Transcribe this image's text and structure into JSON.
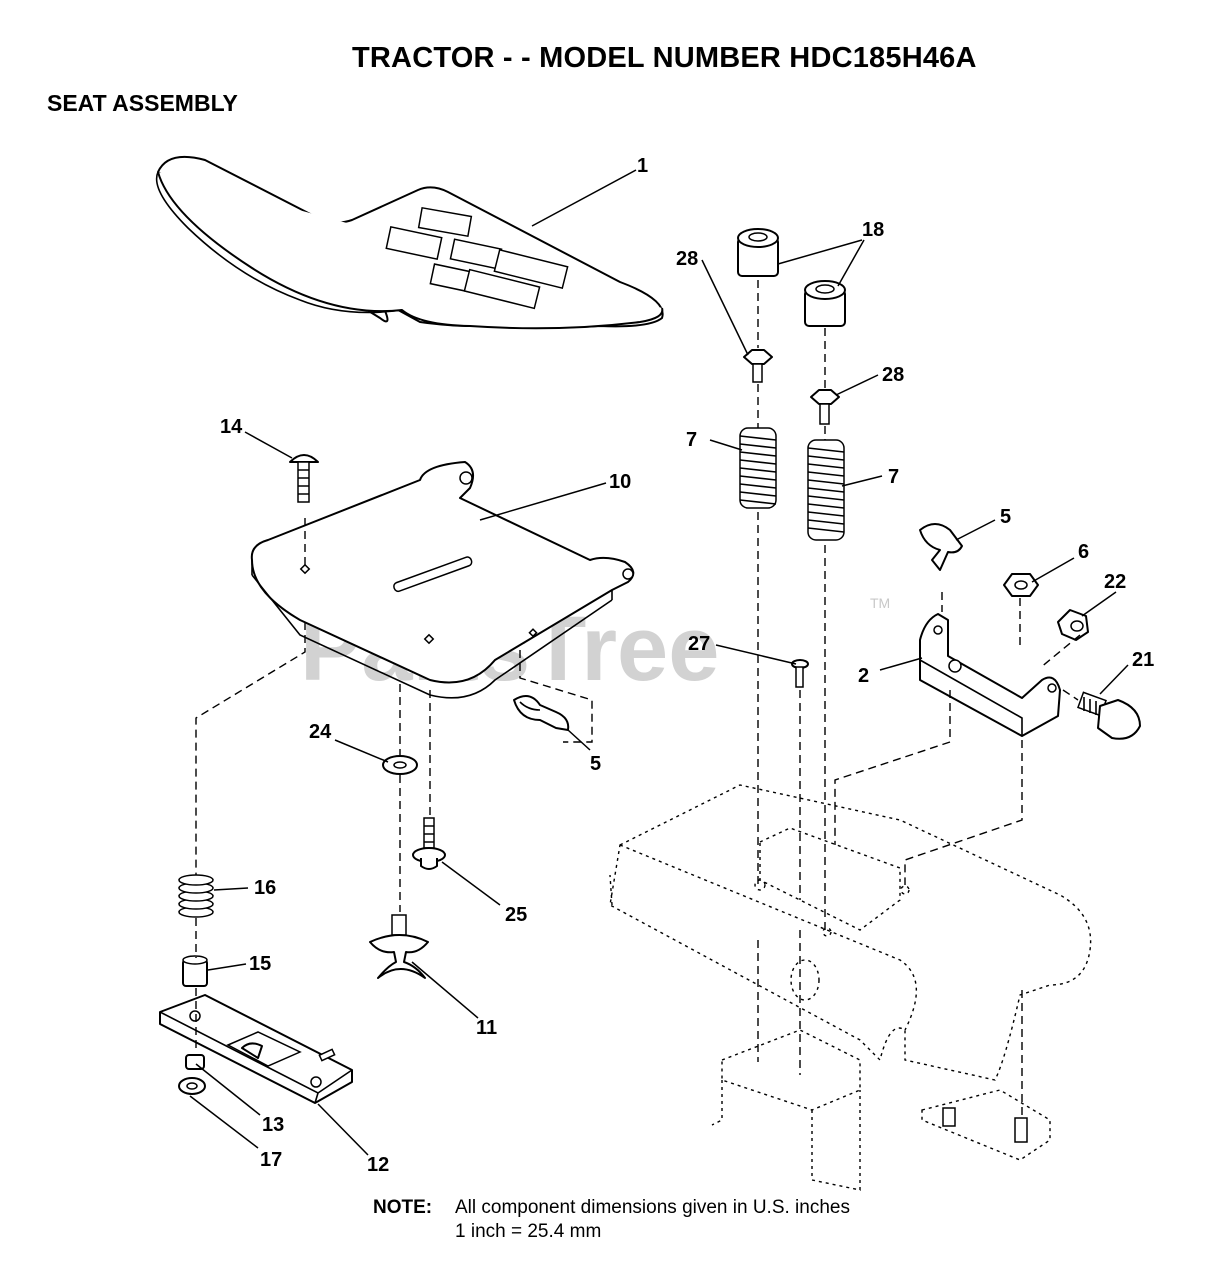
{
  "header": {
    "title": "TRACTOR - - MODEL NUMBER HDC185H46A",
    "subtitle": "SEAT ASSEMBLY"
  },
  "watermark": {
    "text": "PartsTree",
    "trademark": "TM"
  },
  "callouts": [
    {
      "id": "c1",
      "label": "1"
    },
    {
      "id": "c18",
      "label": "18"
    },
    {
      "id": "c28a",
      "label": "28"
    },
    {
      "id": "c28b",
      "label": "28"
    },
    {
      "id": "c14",
      "label": "14"
    },
    {
      "id": "c10",
      "label": "10"
    },
    {
      "id": "c7a",
      "label": "7"
    },
    {
      "id": "c7b",
      "label": "7"
    },
    {
      "id": "c5a",
      "label": "5"
    },
    {
      "id": "c6",
      "label": "6"
    },
    {
      "id": "c22",
      "label": "22"
    },
    {
      "id": "c27",
      "label": "27"
    },
    {
      "id": "c2",
      "label": "2"
    },
    {
      "id": "c21",
      "label": "21"
    },
    {
      "id": "c5b",
      "label": "5"
    },
    {
      "id": "c24",
      "label": "24"
    },
    {
      "id": "c25",
      "label": "25"
    },
    {
      "id": "c16",
      "label": "16"
    },
    {
      "id": "c15",
      "label": "15"
    },
    {
      "id": "c11",
      "label": "11"
    },
    {
      "id": "c13",
      "label": "13"
    },
    {
      "id": "c17",
      "label": "17"
    },
    {
      "id": "c12",
      "label": "12"
    }
  ],
  "note": {
    "label": "NOTE:",
    "line1": "All component dimensions given in U.S. inches",
    "line2": "1 inch = 25.4 mm"
  }
}
